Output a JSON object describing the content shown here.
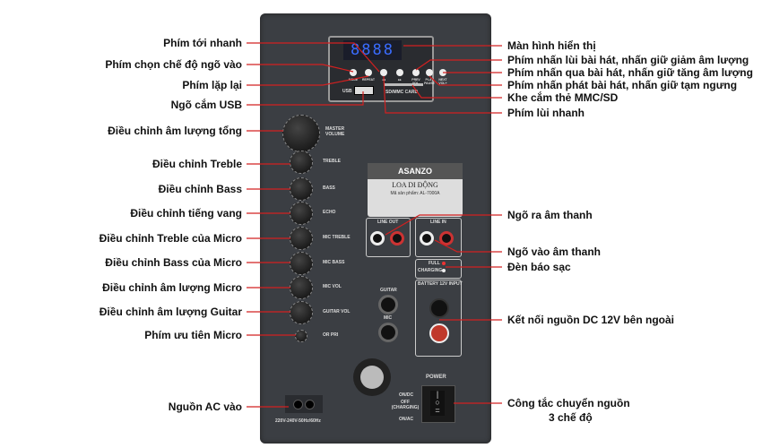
{
  "left_labels": [
    "Phím tới nhanh",
    "Phím chọn chế độ ngõ vào",
    "Phím lặp lại",
    "Ngõ cắm USB",
    "Điều chỉnh âm lượng tổng",
    "Điều chỉnh Treble",
    "Điều chỉnh Bass",
    "Điều chỉnh tiếng vang",
    "Điều chỉnh Treble của Micro",
    "Điều chỉnh Bass của Micro",
    "Điều chỉnh âm lượng Micro",
    "Điều chỉnh âm lượng Guitar",
    "Phím ưu tiên Micro",
    "Nguồn AC vào"
  ],
  "right_labels": [
    "Màn hình hiển thị",
    "Phím nhấn lùi bài hát, nhấn giữ giảm âm lượng",
    "Phím nhấn qua bài hát, nhấn giữ tăng âm lượng",
    "Phím nhấn phát bài hát, nhấn giữ tạm ngưng",
    "Khe cắm thẻ MMC/SD",
    "Phím lùi nhanh",
    "Ngõ ra âm thanh",
    "Ngõ vào âm thanh",
    "Đèn báo sạc",
    "Kết nối nguồn DC 12V bên ngoài",
    "Công tắc chuyển nguồn",
    "3 chế độ"
  ],
  "panel": {
    "display": "8888",
    "buttons": [
      "MODE",
      "REPEAT",
      "◂◂",
      "▸▸",
      "PREV VOL-",
      "PLAY PAUSE",
      "NEXT VOL+"
    ],
    "usb": "USB",
    "sd": "SD/MMC CARD",
    "knobs": [
      "MASTER VOLUME",
      "TREBLE",
      "BASS",
      "ECHO",
      "MIC TREBLE",
      "MIC BASS",
      "MIC VOL",
      "GUITAR VOL",
      "OR PRI"
    ],
    "brand": "ASANZO",
    "product_title": "LOA DI ĐỘNG",
    "model": "Mã sản phẩm: AL-7000A",
    "line_out": "LINE OUT",
    "line_in": "LINE IN",
    "full": "FULL",
    "charging": "CHARGING",
    "battery": "BATTERY 12V INPUT",
    "guitar": "GUITAR",
    "mic": "MIC",
    "power": "POWER",
    "on_dc": "ON/DC",
    "off": "OFF (CHARGING)",
    "on_ac": "ON/AC",
    "ac_rating": "220V-240V-50Hz/60Hz"
  },
  "colors": {
    "leader": "#d22020",
    "panel": "#3b3e43",
    "display": "#3a6cff"
  }
}
